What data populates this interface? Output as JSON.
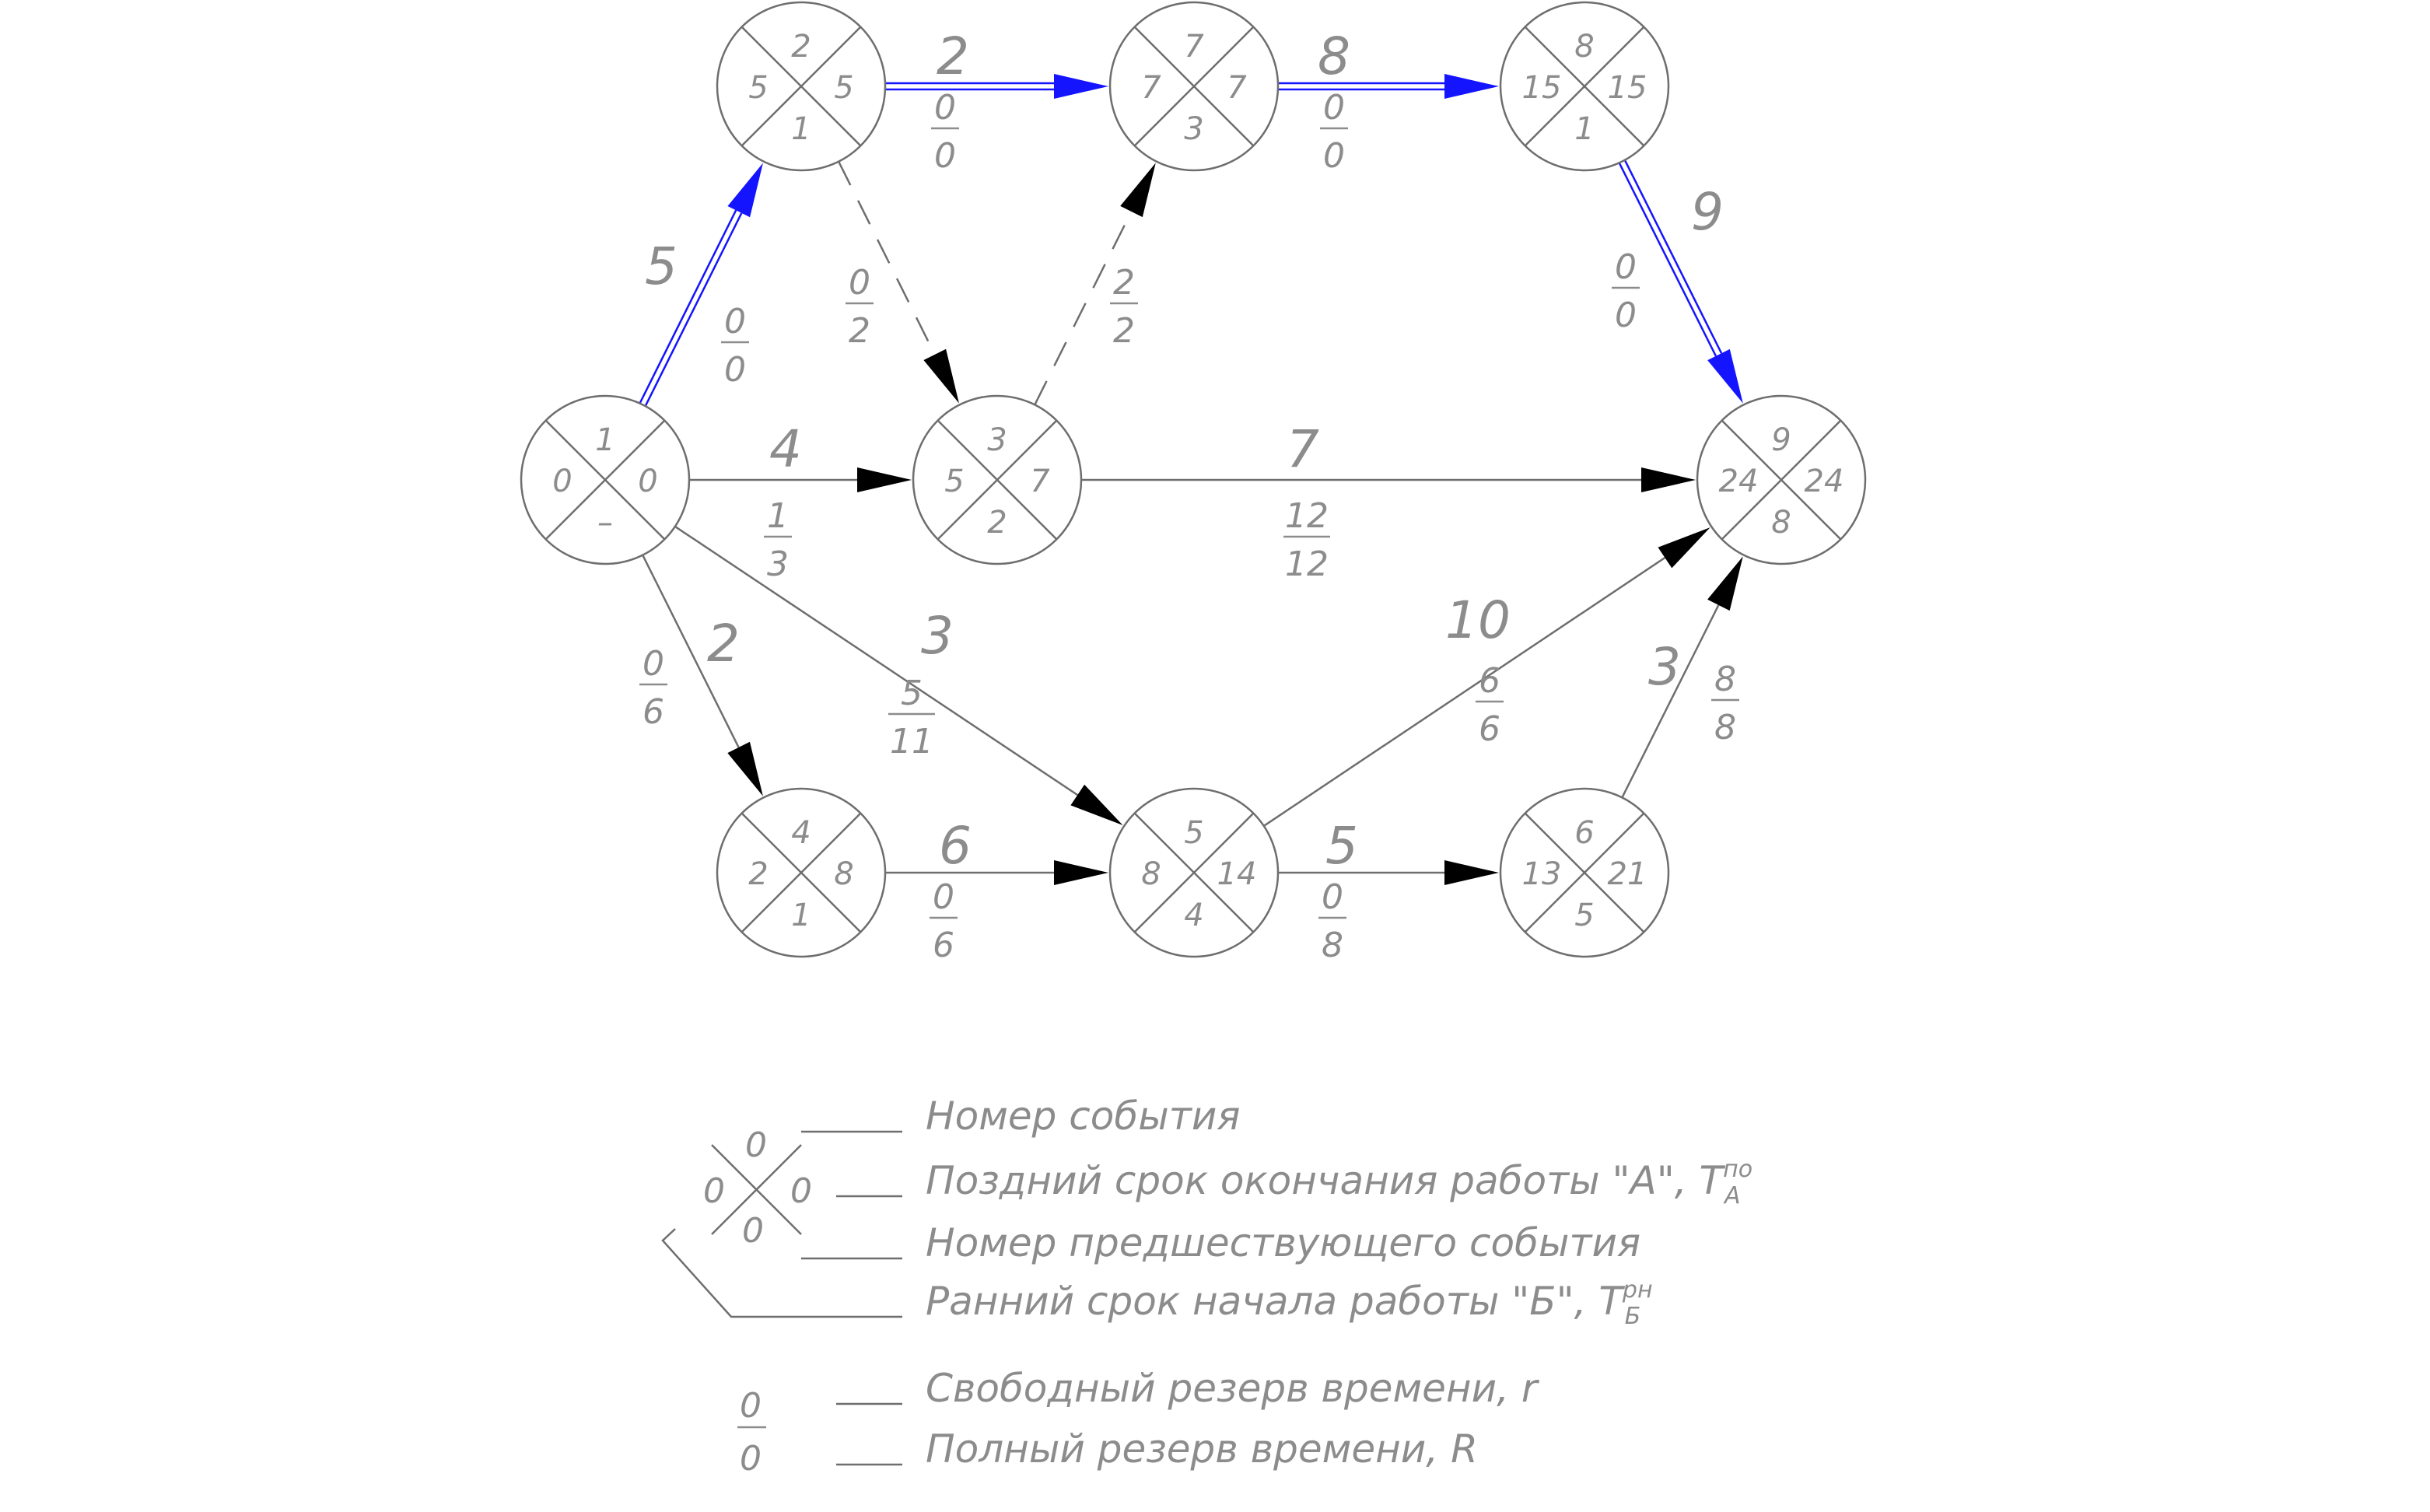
{
  "colors": {
    "critical": "#1414ff",
    "arrow": "#6e6e6e",
    "head": "#000000",
    "text": "#8c8c8c"
  },
  "nodes": [
    {
      "id": "e1",
      "top": "1",
      "left": "0",
      "right": "0",
      "bottom": "–"
    },
    {
      "id": "e2",
      "top": "2",
      "left": "5",
      "right": "5",
      "bottom": "1"
    },
    {
      "id": "e3",
      "top": "3",
      "left": "5",
      "right": "7",
      "bottom": "2"
    },
    {
      "id": "e4",
      "top": "4",
      "left": "2",
      "right": "8",
      "bottom": "1"
    },
    {
      "id": "e5",
      "top": "5",
      "left": "8",
      "right": "14",
      "bottom": "4"
    },
    {
      "id": "e6",
      "top": "6",
      "left": "13",
      "right": "21",
      "bottom": "5"
    },
    {
      "id": "e7",
      "top": "7",
      "left": "7",
      "right": "7",
      "bottom": "3"
    },
    {
      "id": "e8",
      "top": "8",
      "left": "15",
      "right": "15",
      "bottom": "1"
    },
    {
      "id": "e9",
      "top": "9",
      "left": "24",
      "right": "24",
      "bottom": "8"
    }
  ],
  "arrows": [
    {
      "id": "a1-2",
      "from": "1",
      "to": "2",
      "type": "critical",
      "duration": "5",
      "free_reserve": "0",
      "total_reserve": "0"
    },
    {
      "id": "a1-3",
      "from": "1",
      "to": "3",
      "type": "normal",
      "duration": "4",
      "free_reserve": "1",
      "total_reserve": "3"
    },
    {
      "id": "a1-4",
      "from": "1",
      "to": "4",
      "type": "normal",
      "duration": "2",
      "free_reserve": "0",
      "total_reserve": "6"
    },
    {
      "id": "a1-5",
      "from": "1",
      "to": "5",
      "type": "normal",
      "duration": "3",
      "free_reserve": "5",
      "total_reserve": "11"
    },
    {
      "id": "a2-7",
      "from": "2",
      "to": "7",
      "type": "critical",
      "duration": "2",
      "free_reserve": "0",
      "total_reserve": "0"
    },
    {
      "id": "a2-3",
      "from": "2",
      "to": "3",
      "type": "dummy",
      "duration": "",
      "free_reserve": "0",
      "total_reserve": "2"
    },
    {
      "id": "a3-7",
      "from": "3",
      "to": "7",
      "type": "dummy",
      "duration": "",
      "free_reserve": "2",
      "total_reserve": "2"
    },
    {
      "id": "a3-9",
      "from": "3",
      "to": "9",
      "type": "normal",
      "duration": "7",
      "free_reserve": "12",
      "total_reserve": "12"
    },
    {
      "id": "a7-8",
      "from": "7",
      "to": "8",
      "type": "critical",
      "duration": "8",
      "free_reserve": "0",
      "total_reserve": "0"
    },
    {
      "id": "a8-9",
      "from": "8",
      "to": "9",
      "type": "critical",
      "duration": "9",
      "free_reserve": "0",
      "total_reserve": "0"
    },
    {
      "id": "a4-5",
      "from": "4",
      "to": "5",
      "type": "normal",
      "duration": "6",
      "free_reserve": "0",
      "total_reserve": "6"
    },
    {
      "id": "a5-6",
      "from": "5",
      "to": "6",
      "type": "normal",
      "duration": "5",
      "free_reserve": "0",
      "total_reserve": "8"
    },
    {
      "id": "a5-9",
      "from": "5",
      "to": "9",
      "type": "normal",
      "duration": "10",
      "free_reserve": "6",
      "total_reserve": "6"
    },
    {
      "id": "a6-9",
      "from": "6",
      "to": "9",
      "type": "normal",
      "duration": "3",
      "free_reserve": "8",
      "total_reserve": "8"
    }
  ],
  "legend": {
    "sample_node": {
      "top": "0",
      "left": "0",
      "right": "0",
      "bottom": "0"
    },
    "event_number": "Номер события",
    "late_finish": "Поздний срок окончания работы \"А\",  Т",
    "late_finish_sup": "по",
    "late_finish_sub": "А",
    "prev_event": "Номер предшествующего события",
    "early_start": "Ранний срок начала работы \"Б\",  Т",
    "early_start_sup": "рн",
    "early_start_sub": "Б",
    "sample_fraction": {
      "num": "0",
      "den": "0"
    },
    "free_reserve": "Свободный резерв времени,  r",
    "total_reserve": "Полный резерв времени,  R"
  }
}
